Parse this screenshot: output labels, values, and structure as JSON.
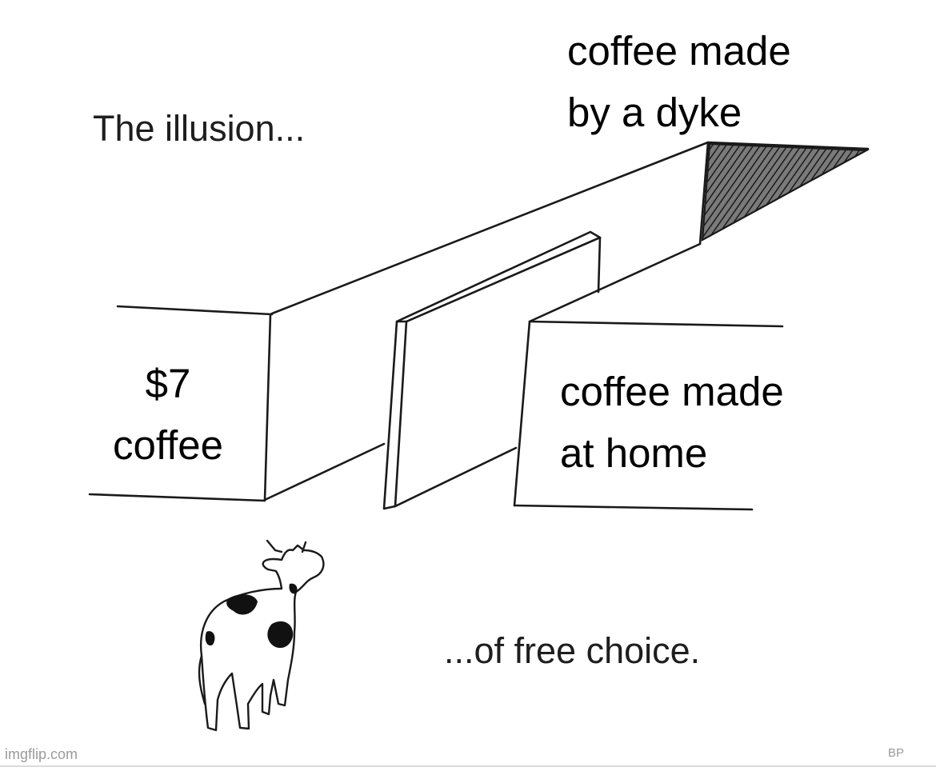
{
  "meme": {
    "caption_top": "The illusion...",
    "caption_bottom": "...of free choice.",
    "options": {
      "left": [
        "$7",
        "coffee"
      ],
      "middle_right": [
        "coffee made",
        "at home"
      ],
      "top_right": [
        "coffee made",
        "by a dyke"
      ]
    },
    "watermark": "imgflip.com",
    "corner_mark": "BP"
  }
}
